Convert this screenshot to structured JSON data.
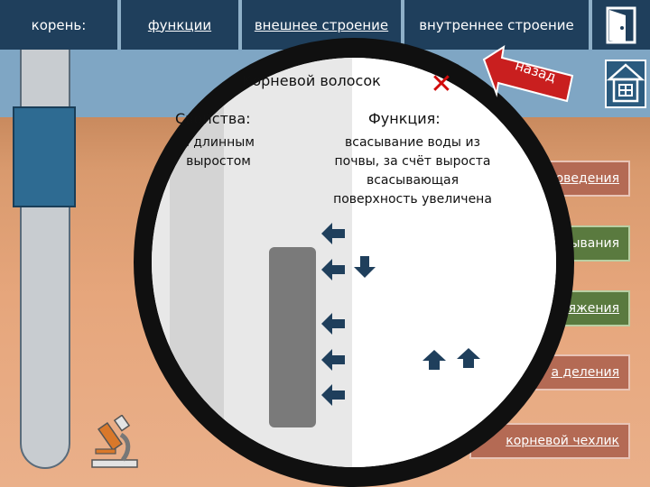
{
  "topbar": {
    "tabs": [
      {
        "label": "корень:"
      },
      {
        "label": "функции"
      },
      {
        "label": "внешнее строение"
      },
      {
        "label": "внутреннее строение"
      }
    ]
  },
  "popup": {
    "title": "Корневой волосок",
    "properties_heading": "Свойства:",
    "properties_text": "с длинным выростом",
    "function_heading": "Функция:",
    "function_text": "всасывание воды из почвы, за счёт выроста всасывающая поверхность увеличена",
    "back_label": "назад"
  },
  "zones": [
    {
      "label": "оведения"
    },
    {
      "label": "ывания"
    },
    {
      "label": "тяжения"
    },
    {
      "label": "а деления"
    },
    {
      "label": "корневой чехлик"
    }
  ],
  "colors": {
    "tab_bg": "#1f3f5c",
    "close_x": "#d10b0b",
    "zone_green": "#5a7a3f",
    "zone_red": "#b46a54"
  },
  "icons": [
    "door-exit-icon",
    "home-window-icon",
    "close-icon",
    "back-arrow-icon",
    "microscope-icon",
    "arrow-icon"
  ]
}
